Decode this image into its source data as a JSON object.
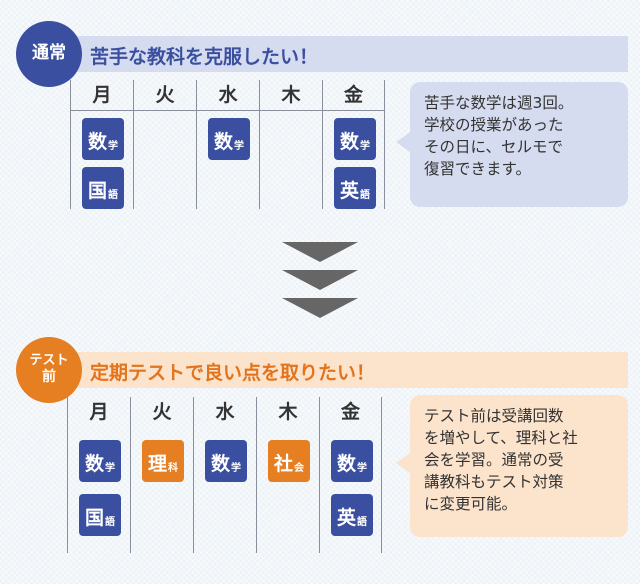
{
  "days": [
    "月",
    "火",
    "水",
    "木",
    "金"
  ],
  "normal": {
    "badge": [
      "通常"
    ],
    "banner": "苦手な教科を克服したい！",
    "slots": [
      [
        {
          "big": "数",
          "small": "学",
          "color": "blue"
        },
        {
          "big": "国",
          "small": "語",
          "color": "blue"
        }
      ],
      [],
      [
        {
          "big": "数",
          "small": "学",
          "color": "blue"
        }
      ],
      [],
      [
        {
          "big": "数",
          "small": "学",
          "color": "blue"
        },
        {
          "big": "英",
          "small": "語",
          "color": "blue"
        }
      ]
    ],
    "bubble_lines": [
      "苦手な数学は週3回。",
      "学校の授業があった",
      "その日に、セルモで",
      "復習できます。"
    ]
  },
  "test": {
    "badge": [
      "テスト",
      "前"
    ],
    "banner": "定期テストで良い点を取りたい！",
    "slots": [
      [
        {
          "big": "数",
          "small": "学",
          "color": "blue"
        },
        {
          "big": "国",
          "small": "語",
          "color": "blue"
        }
      ],
      [
        {
          "big": "理",
          "small": "科",
          "color": "orange"
        }
      ],
      [
        {
          "big": "数",
          "small": "学",
          "color": "blue"
        }
      ],
      [
        {
          "big": "社",
          "small": "会",
          "color": "orange"
        }
      ],
      [
        {
          "big": "数",
          "small": "学",
          "color": "blue"
        },
        {
          "big": "英",
          "small": "語",
          "color": "blue"
        }
      ]
    ],
    "bubble_lines": [
      "テスト前は受講回数",
      "を増やして、理科と社",
      "会を学習。通常の受",
      "講教科もテスト対策",
      "に変更可能。"
    ]
  },
  "colors": {
    "blue": "#3b4fa0",
    "orange": "#e67e22",
    "chevron": "#666666"
  }
}
